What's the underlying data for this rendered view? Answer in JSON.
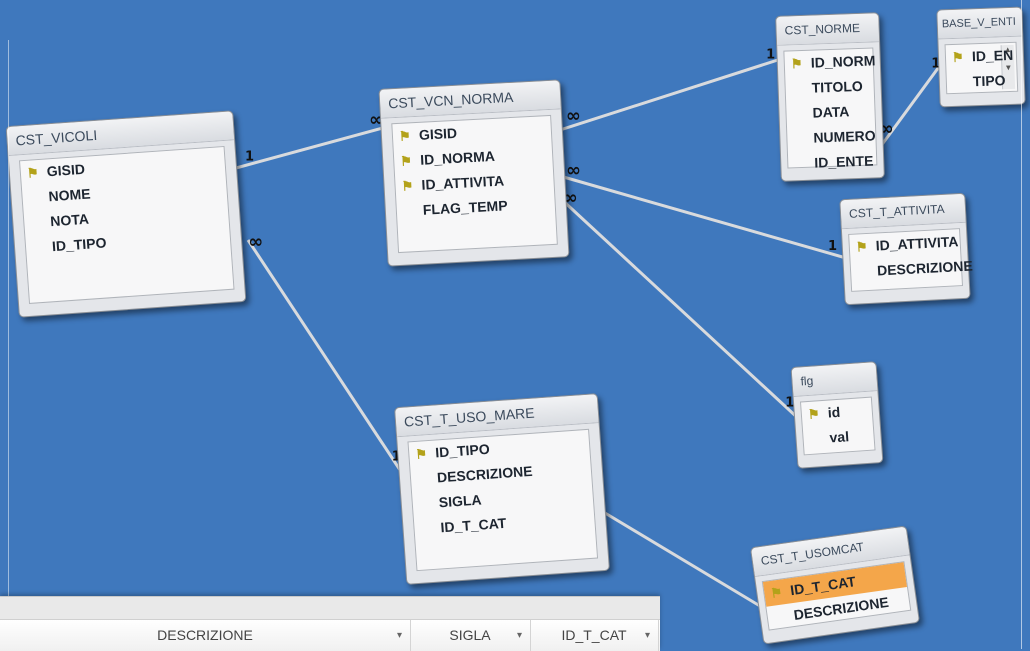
{
  "tables": {
    "vicoli": {
      "title": "CST_VICOLI",
      "fields": [
        {
          "name": "GISID",
          "key": true
        },
        {
          "name": "NOME",
          "key": false
        },
        {
          "name": "NOTA",
          "key": false
        },
        {
          "name": "ID_TIPO",
          "key": false
        }
      ]
    },
    "vcn_norma": {
      "title": "CST_VCN_NORMA",
      "fields": [
        {
          "name": "GISID",
          "key": true
        },
        {
          "name": "ID_NORMA",
          "key": true
        },
        {
          "name": "ID_ATTIVITA",
          "key": true
        },
        {
          "name": "FLAG_TEMP",
          "key": false
        }
      ]
    },
    "norme": {
      "title": "CST_NORME",
      "fields": [
        {
          "name": "ID_NORM",
          "key": true
        },
        {
          "name": "TITOLO",
          "key": false
        },
        {
          "name": "DATA",
          "key": false
        },
        {
          "name": "NUMERO",
          "key": false
        },
        {
          "name": "ID_ENTE",
          "key": false
        }
      ]
    },
    "base_enti": {
      "title": "BASE_V_ENTI",
      "fields": [
        {
          "name": "ID_EN",
          "key": true
        },
        {
          "name": "TIPO",
          "key": false
        }
      ]
    },
    "t_attivita": {
      "title": "CST_T_ATTIVITA",
      "fields": [
        {
          "name": "ID_ATTIVITA",
          "key": true
        },
        {
          "name": "DESCRIZIONE",
          "key": false
        }
      ]
    },
    "flg": {
      "title": "flg",
      "fields": [
        {
          "name": "id",
          "key": true
        },
        {
          "name": "val",
          "key": false
        }
      ]
    },
    "t_uso_mare": {
      "title": "CST_T_USO_MARE",
      "fields": [
        {
          "name": "ID_TIPO",
          "key": true
        },
        {
          "name": "DESCRIZIONE",
          "key": false
        },
        {
          "name": "SIGLA",
          "key": false
        },
        {
          "name": "ID_T_CAT",
          "key": false
        }
      ]
    },
    "t_usomcat": {
      "title": "CST_T_USOMCAT",
      "fields": [
        {
          "name": "ID_T_CAT",
          "key": true,
          "selected": true
        },
        {
          "name": "DESCRIZIONE",
          "key": false
        }
      ]
    }
  },
  "relations": [
    {
      "from": "vicoli",
      "to": "vcn_norma",
      "from_label": "1",
      "to_label": "∞"
    },
    {
      "from": "vcn_norma",
      "to": "norme",
      "from_label": "∞",
      "to_label": "1"
    },
    {
      "from": "vcn_norma",
      "to": "t_attivita",
      "from_label": "∞",
      "to_label": "1"
    },
    {
      "from": "vcn_norma",
      "to": "flg",
      "from_label": "∞",
      "to_label": "1"
    },
    {
      "from": "norme",
      "to": "base_enti",
      "from_label": "∞",
      "to_label": "1"
    },
    {
      "from": "vicoli",
      "to": "t_uso_mare",
      "from_label": "∞",
      "to_label": "1"
    },
    {
      "from": "t_uso_mare",
      "to": "t_usomcat",
      "from_label": "",
      "to_label": ""
    }
  ],
  "datasheet": {
    "columns": [
      {
        "label": "DESCRIZIONE"
      },
      {
        "label": "SIGLA"
      },
      {
        "label": "ID_T_CAT"
      }
    ],
    "dropdown_glyph": "▾"
  },
  "colors": {
    "background": "#3f78bd",
    "table_fill": "#e4e6ea",
    "selected_field": "#f4a64a",
    "connector": "#d8dadd"
  }
}
